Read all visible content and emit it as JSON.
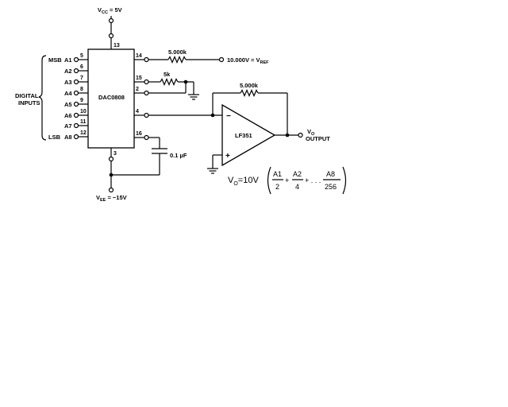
{
  "supply": {
    "vcc_main": "V",
    "vcc_sub": "CC",
    "vcc_tail": " = 5V",
    "vee_main": "V",
    "vee_sub": "EE",
    "vee_tail": " = −15V"
  },
  "dac": {
    "name": "DAC0808",
    "input_group_label_line1": "DIGITAL",
    "input_group_label_line2": "INPUTS",
    "msb_label": "MSB",
    "lsb_label": "LSB",
    "inputs": [
      {
        "name": "A1",
        "pin": "5"
      },
      {
        "name": "A2",
        "pin": "6"
      },
      {
        "name": "A3",
        "pin": "7"
      },
      {
        "name": "A4",
        "pin": "8"
      },
      {
        "name": "A5",
        "pin": "9"
      },
      {
        "name": "A6",
        "pin": "10"
      },
      {
        "name": "A7",
        "pin": "11"
      },
      {
        "name": "A8",
        "pin": "12"
      }
    ],
    "pin_vcc": "13",
    "pin_vref_plus": "14",
    "pin_15": "15",
    "pin_vref_minus": "2",
    "pin_out": "4",
    "pin_comp": "16",
    "pin_vee": "3"
  },
  "components": {
    "r_ref": "5.000k",
    "r_15": "5k",
    "r_feedback": "5.000k",
    "capacitor": "0.1 µF",
    "vref_main": "10.000V = V",
    "vref_sub": "REF"
  },
  "opamp": {
    "name": "LF351",
    "inv_symbol": "−",
    "noninv_symbol": "+",
    "output_main": "V",
    "output_sub": "O",
    "output_label": "OUTPUT"
  },
  "equation": {
    "lhs_main": "V",
    "lhs_sub": "O",
    "eq": "=10V",
    "t1_num": "A1",
    "t1_den": "2",
    "plus1": "+",
    "t2_num": "A2",
    "t2_den": "4",
    "plus_dots": "+ . . .",
    "t3_num": "A8",
    "t3_den": "256"
  }
}
